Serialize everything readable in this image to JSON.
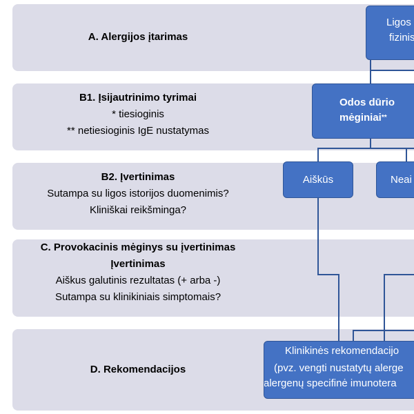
{
  "bands": {
    "a": {
      "title": "A. Alergijos įtarimas"
    },
    "b1": {
      "title": "B1. Įsijautrinimo tyrimai",
      "line1": "* tiesioginis",
      "line2": "** netiesioginis IgE nustatymas"
    },
    "b2": {
      "title": "B2. Įvertinimas",
      "line1": "Sutampa su ligos istorijos duomenimis?",
      "line2": "Kliniškai reikšminga?"
    },
    "c": {
      "title": "C. Provokacinis mėginys su įvertinimas",
      "title2": "Įvertinimas",
      "line1": "Aiškus galutinis rezultatas (+ arba -)",
      "line2": "Sutampa su klinikiniais simptomais?"
    },
    "d": {
      "title": "D. Rekomendacijos"
    }
  },
  "boxes": {
    "history": {
      "line1": "Ligos",
      "line2": "fizinis"
    },
    "skin_test": {
      "line1": "Odos dūrio",
      "line2": "mėginiai",
      "mark": "**"
    },
    "clear": {
      "label": "Aiškūs"
    },
    "unclear": {
      "label": "Neai"
    },
    "recommendations": {
      "line1": "Klinikinės rekomendacijo",
      "line2": "(pvz. vengti nustatytų alerge",
      "line3": "alergenų specifinė imunotera"
    }
  }
}
